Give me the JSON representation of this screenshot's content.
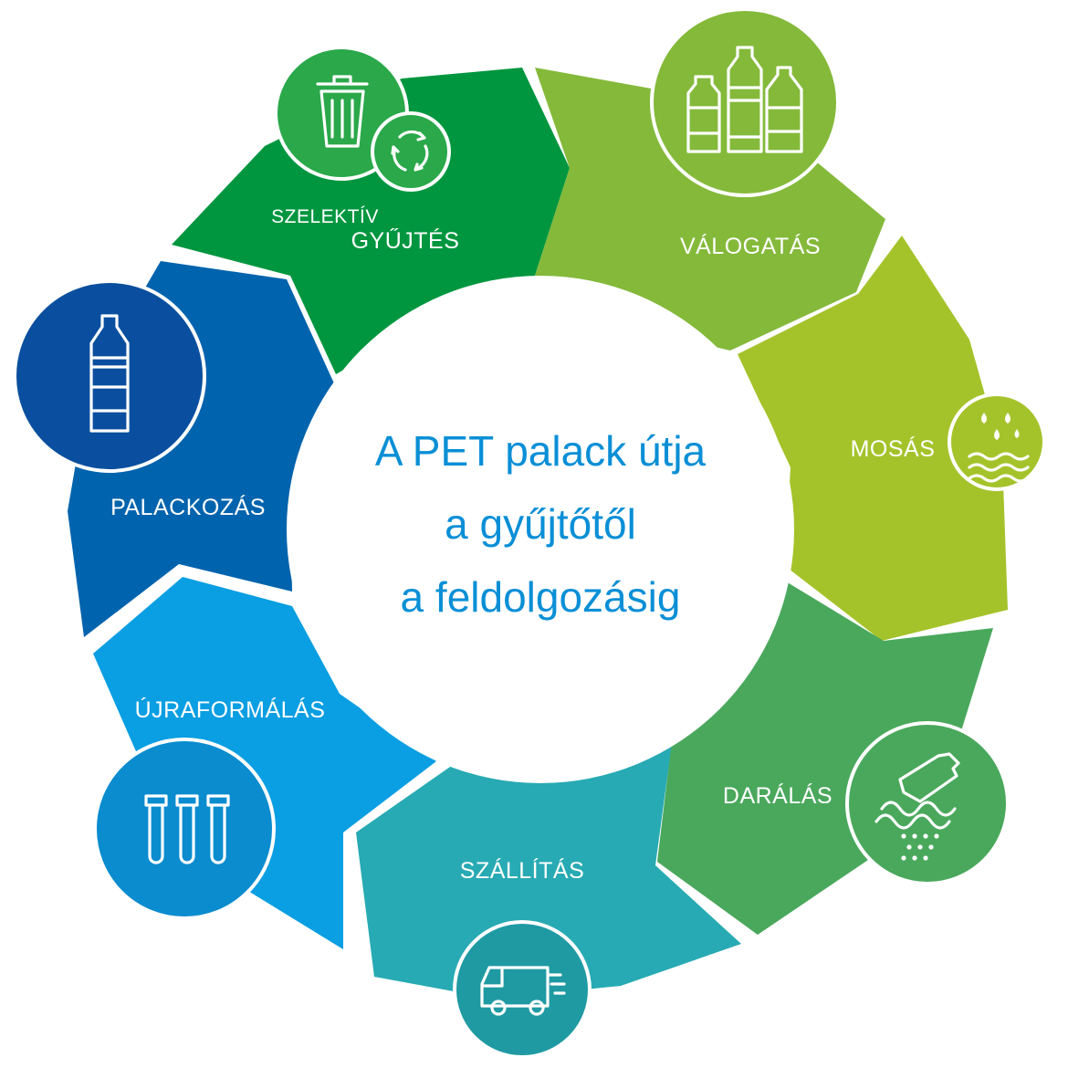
{
  "center": {
    "line1": "A PET palack útja",
    "line2": "a gyűjtőtől",
    "line3": "a feldolgozásig"
  },
  "steps": {
    "collection": {
      "label_line1": "SZELEKTÍV",
      "label_line2": "GYŰJTÉS",
      "icon": "trash-bin-recycle-icon",
      "color": "#00963f"
    },
    "sorting": {
      "label": "VÁLOGATÁS",
      "icon": "bottles-icon",
      "color": "#84b93a"
    },
    "washing": {
      "label": "MOSÁS",
      "icon": "water-drops-icon",
      "color": "#a4c32a"
    },
    "grinding": {
      "label": "DARÁLÁS",
      "icon": "shredder-bottle-icon",
      "color": "#4aa85c"
    },
    "transport": {
      "label": "SZÁLLÍTÁS",
      "icon": "van-icon",
      "color": "#27aab3"
    },
    "reforming": {
      "label": "ÚJRAFORMÁLÁS",
      "icon": "preforms-icon",
      "color": "#0a9ee2"
    },
    "bottling": {
      "label": "PALACKOZÁS",
      "icon": "bottle-icon",
      "color": "#0063ad"
    }
  }
}
